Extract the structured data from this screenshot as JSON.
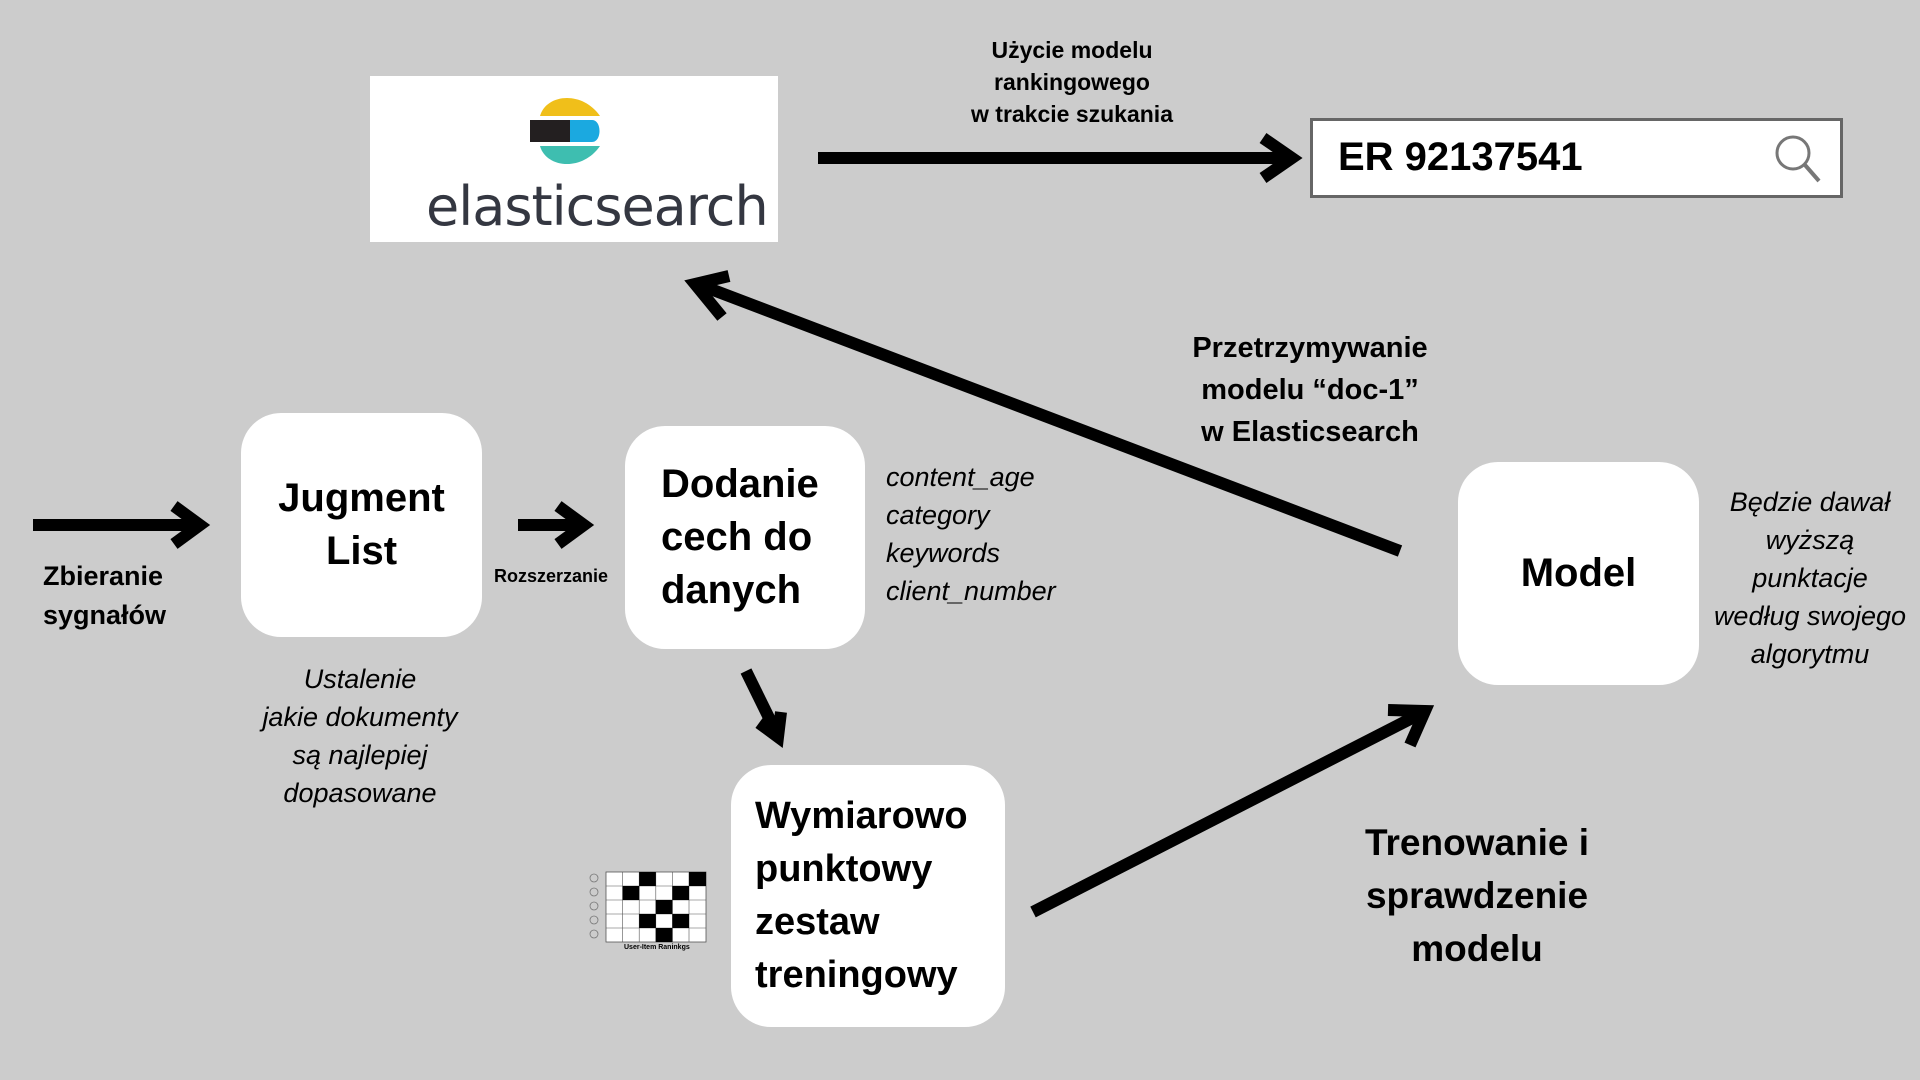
{
  "logo": {
    "wordmark": "elasticsearch",
    "colors": [
      "#f0bf1a",
      "#231f20",
      "#1ba9e0",
      "#3ebeb0"
    ]
  },
  "search_box": {
    "value": "ER 92137541",
    "icon": "search-icon"
  },
  "labels": {
    "ranking_use": [
      "Użycie modelu",
      "rankingowego",
      "w trakcie szukania"
    ],
    "storing_model": [
      "Przetrzymywanie",
      "modelu “doc-1”",
      "w Elasticsearch"
    ],
    "collecting_signals": [
      "Zbieranie",
      "sygnałów"
    ],
    "extension": "Rozszerzanie",
    "training": [
      "Trenowanie i",
      "sprawdzenie",
      "modelu"
    ]
  },
  "boxes": {
    "judgment_list": [
      "Jugment",
      "List"
    ],
    "add_features": [
      "Dodanie",
      "cech do",
      "danych"
    ],
    "training_set": [
      "Wymiarowo",
      "punktowy",
      "zestaw",
      "treningowy"
    ],
    "model": "Model"
  },
  "notes": {
    "judgment": [
      "Ustalenie",
      "jakie dokumenty",
      "są najlepiej",
      "dopasowane"
    ],
    "features": [
      "content_age",
      "category",
      "keywords",
      "client_number"
    ],
    "model": [
      "Będzie dawał",
      "wyższą",
      "punktacje",
      "według swojego",
      "algorytmu"
    ]
  },
  "mini_table": {
    "caption": "User-Item Raninkgs",
    "icon": "user-item-rankings-grid"
  }
}
